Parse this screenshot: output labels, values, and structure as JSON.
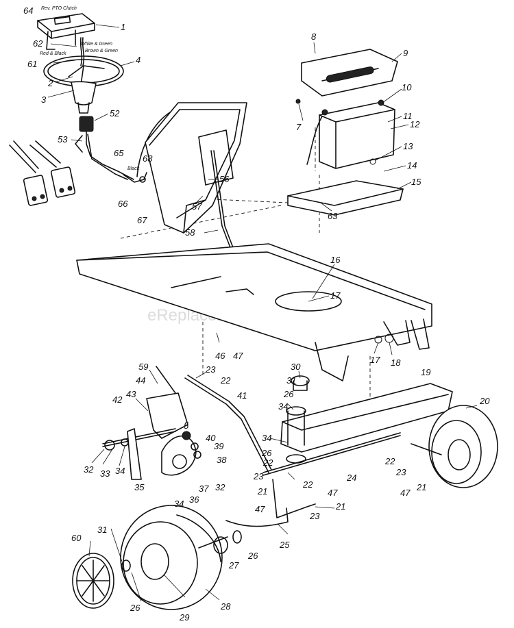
{
  "watermark": "eReplacementParts.com",
  "wire_labels": {
    "rev_pto": "Rev. PTO Clutch",
    "white_green": "White & Green",
    "brown_green": "Brown & Green",
    "red_black": "Red & Black",
    "black": "Black"
  },
  "callouts": {
    "c64": "64",
    "c1": "1",
    "c62": "62",
    "c61": "61",
    "c4": "4",
    "c2": "2",
    "c3": "3",
    "c52": "52",
    "c53": "53",
    "c65": "65",
    "c68": "68",
    "c66": "66",
    "c67": "67",
    "c8": "8",
    "c9": "9",
    "c10": "10",
    "c7": "7",
    "c11": "11",
    "c12": "12",
    "c13": "13",
    "c14": "14",
    "c15": "15",
    "c63": "63",
    "c56": "56",
    "c57": "57",
    "c58": "58",
    "c16": "16",
    "c17a": "17",
    "c46": "46",
    "c47a": "47",
    "c17b": "17",
    "c18": "18",
    "c19": "19",
    "c20": "20",
    "c59": "59",
    "c44": "44",
    "c43": "43",
    "c42": "42",
    "c23a": "23",
    "c22a": "22",
    "c41": "41",
    "c30": "30",
    "c31a": "31",
    "c26a": "26",
    "c34a": "34",
    "c5": "5",
    "c40": "40",
    "c39": "39",
    "c38": "38",
    "c32a": "32",
    "c33": "33",
    "c34b": "34",
    "c35": "35",
    "c37": "37",
    "c36": "36",
    "c32b": "32",
    "c34c": "34",
    "c34d": "34",
    "c26b": "26",
    "c22b": "22",
    "c23b": "23",
    "c24": "24",
    "c22c": "22",
    "c23c": "23",
    "c21a": "21",
    "c47b": "47",
    "c21b": "21",
    "c21c": "21",
    "c22d": "22",
    "c47c": "47",
    "c47d": "47",
    "c23d": "23",
    "c25": "25",
    "c27": "27",
    "c26c": "26",
    "c31b": "31",
    "c60": "60",
    "c26d": "26",
    "c29": "29",
    "c28": "28"
  }
}
